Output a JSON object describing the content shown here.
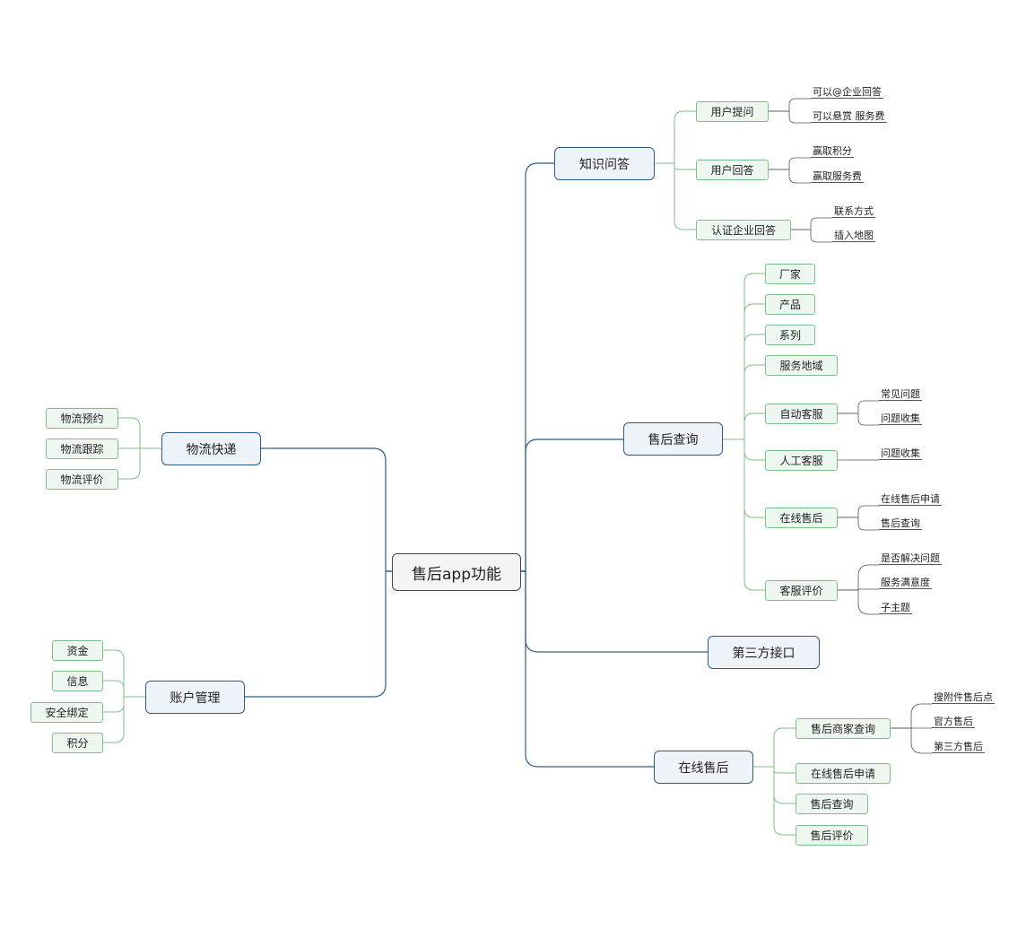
{
  "root": {
    "label": "售后app功能"
  },
  "branches": {
    "qa": {
      "label": "知识问答",
      "user_ask": {
        "label": "用户提问",
        "leaves": [
          "可以@企业回答",
          "可以悬赏 服务费"
        ]
      },
      "user_answer": {
        "label": "用户回答",
        "leaves": [
          "赢取积分",
          "赢取服务费"
        ]
      },
      "cert_answer": {
        "label": "认证企业回答",
        "leaves": [
          "联系方式",
          "插入地图"
        ]
      }
    },
    "query": {
      "label": "售后查询",
      "manufacturer": {
        "label": "厂家"
      },
      "product": {
        "label": "产品"
      },
      "series": {
        "label": "系列"
      },
      "region": {
        "label": "服务地域"
      },
      "auto_service": {
        "label": "自动客服",
        "leaves": [
          "常见问题",
          "问题收集"
        ]
      },
      "human_service": {
        "label": "人工客服",
        "leaves": [
          "问题收集"
        ]
      },
      "online_service": {
        "label": "在线售后",
        "leaves": [
          "在线售后申请",
          "售后查询"
        ]
      },
      "rating": {
        "label": "客服评价",
        "leaves": [
          "是否解决问题",
          "服务满意度",
          "子主题"
        ]
      }
    },
    "third_party": {
      "label": "第三方接口"
    },
    "online": {
      "label": "在线售后",
      "merchant_query": {
        "label": "售后商家查询",
        "leaves": [
          "搜附件售后点",
          "官方售后",
          "第三方售后"
        ]
      },
      "apply": {
        "label": "在线售后申请"
      },
      "lookup": {
        "label": "售后查询"
      },
      "review": {
        "label": "售后评价"
      }
    },
    "logistics": {
      "label": "物流快递",
      "items": [
        "物流预约",
        "物流跟踪",
        "物流评价"
      ]
    },
    "account": {
      "label": "账户管理",
      "items": [
        "资金",
        "信息",
        "安全绑定",
        "积分"
      ]
    }
  },
  "colors": {
    "main_line": "#2e5d8c",
    "sub_line": "#7cbf8a",
    "leaf_line": "#555555"
  }
}
